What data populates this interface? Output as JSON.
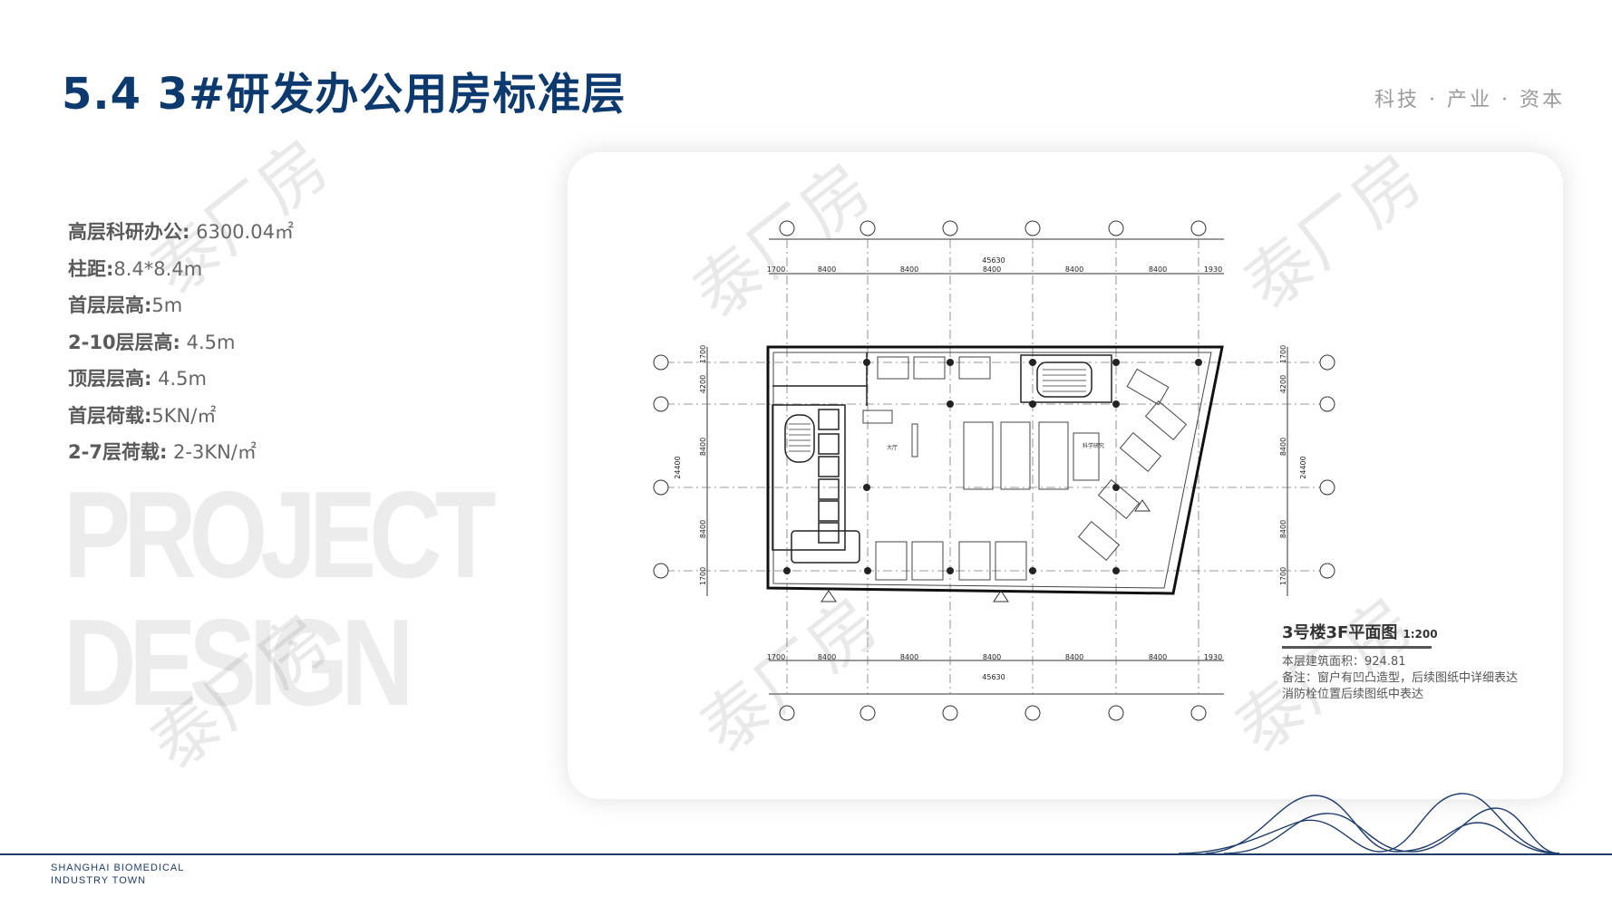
{
  "header": {
    "title": "5.4 3#研发办公用房标准层",
    "tagline": "科技 · 产业 · 资本"
  },
  "specs": [
    {
      "label": "高层科研办公:",
      "value": "6300.04㎡"
    },
    {
      "label": "柱距:",
      "value": "8.4*8.4m"
    },
    {
      "label": "首层层高:",
      "value": "5m"
    },
    {
      "label": "2-10层层高:",
      "value": "4.5m"
    },
    {
      "label": "顶层层高:",
      "value": "4.5m"
    },
    {
      "label": "首层荷载:",
      "value": "5KN/㎡"
    },
    {
      "label": "2-7层荷载:",
      "value": "2-3KN/㎡"
    }
  ],
  "background_words": [
    "PROJECT",
    "DESIGN"
  ],
  "watermark_text": "泰厂房",
  "plan": {
    "total_dim": "45630",
    "dims": [
      "1700",
      "8400",
      "8400",
      "8400",
      "8400",
      "8400",
      "1930"
    ],
    "side_dims": [
      "1700",
      "4200",
      "8400",
      "8400",
      "1700"
    ],
    "side_total": "24400",
    "room_labels": [
      "大厅",
      "科学研究"
    ]
  },
  "caption": {
    "title": "3号楼3F平面图",
    "scale": "1:200",
    "lines": [
      "本层建筑面积：924.81",
      "备注：窗户有凹凸造型，后续图纸中详细表达",
      "消防栓位置后续图纸中表达"
    ]
  },
  "footer": {
    "line1": "SHANGHAI BIOMEDICAL",
    "line2": "INDUSTRY TOWN"
  }
}
